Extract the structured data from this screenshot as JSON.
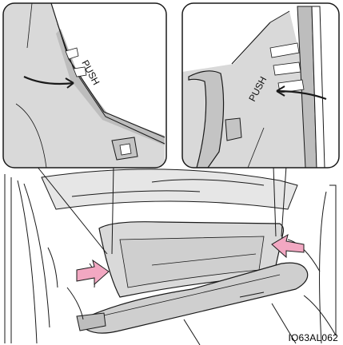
{
  "figure": {
    "left_callout_text": "PUSH",
    "right_callout_text": "PUSH",
    "code": "IO63AL062"
  },
  "colors": {
    "panel_fill": "#d9d9d9",
    "panel_dark": "#bdbdbd",
    "line": "#1a1a1a",
    "arrow_pink": "#f2a8c2"
  },
  "icons": {
    "push_arrow": "curved-arrow-icon",
    "pink_arrow": "pink-push-arrow-icon"
  }
}
